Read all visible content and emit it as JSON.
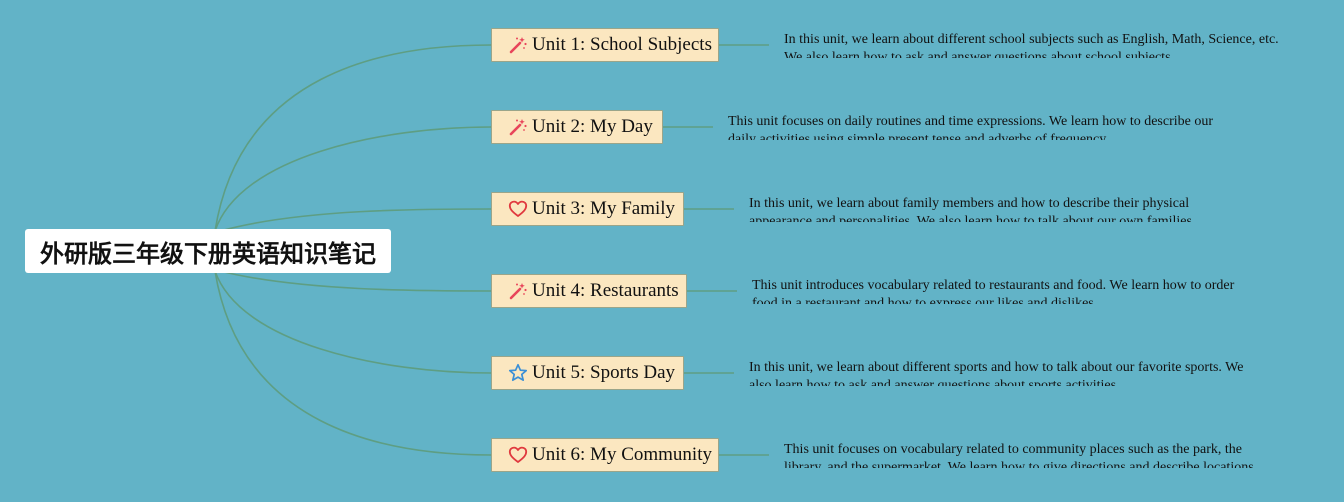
{
  "root": {
    "title": "外研版三年级下册英语知识笔记"
  },
  "colors": {
    "background": "#62b3c7",
    "connector": "#5e9e83",
    "node_fill": "#fbe7c0",
    "root_fill": "#ffffff"
  },
  "units": [
    {
      "label": "Unit 1: School Subjects",
      "icon": "magic-wand-icon",
      "desc": "In this unit, we learn about different school subjects such as English, Math, Science, etc. We also learn how to ask and answer questions about school subjects."
    },
    {
      "label": "Unit 2: My Day",
      "icon": "magic-wand-icon",
      "desc": "This unit focuses on daily routines and time expressions. We learn how to describe our daily activities using simple present tense and adverbs of frequency."
    },
    {
      "label": "Unit 3: My Family",
      "icon": "heart-icon",
      "desc": "In this unit, we learn about family members and how to describe their physical appearance and personalities. We also learn how to talk about our own families."
    },
    {
      "label": "Unit 4: Restaurants",
      "icon": "magic-wand-icon",
      "desc": "This unit introduces vocabulary related to restaurants and food. We learn how to order food in a restaurant and how to express our likes and dislikes."
    },
    {
      "label": "Unit 5: Sports Day",
      "icon": "star-icon",
      "desc": "In this unit, we learn about different sports and how to talk about our favorite sports. We also learn how to ask and answer questions about sports activities."
    },
    {
      "label": "Unit 6: My Community",
      "icon": "heart-icon",
      "desc": "This unit focuses on vocabulary related to community places such as the park, the library, and the supermarket. We learn how to give directions and describe locations."
    }
  ]
}
